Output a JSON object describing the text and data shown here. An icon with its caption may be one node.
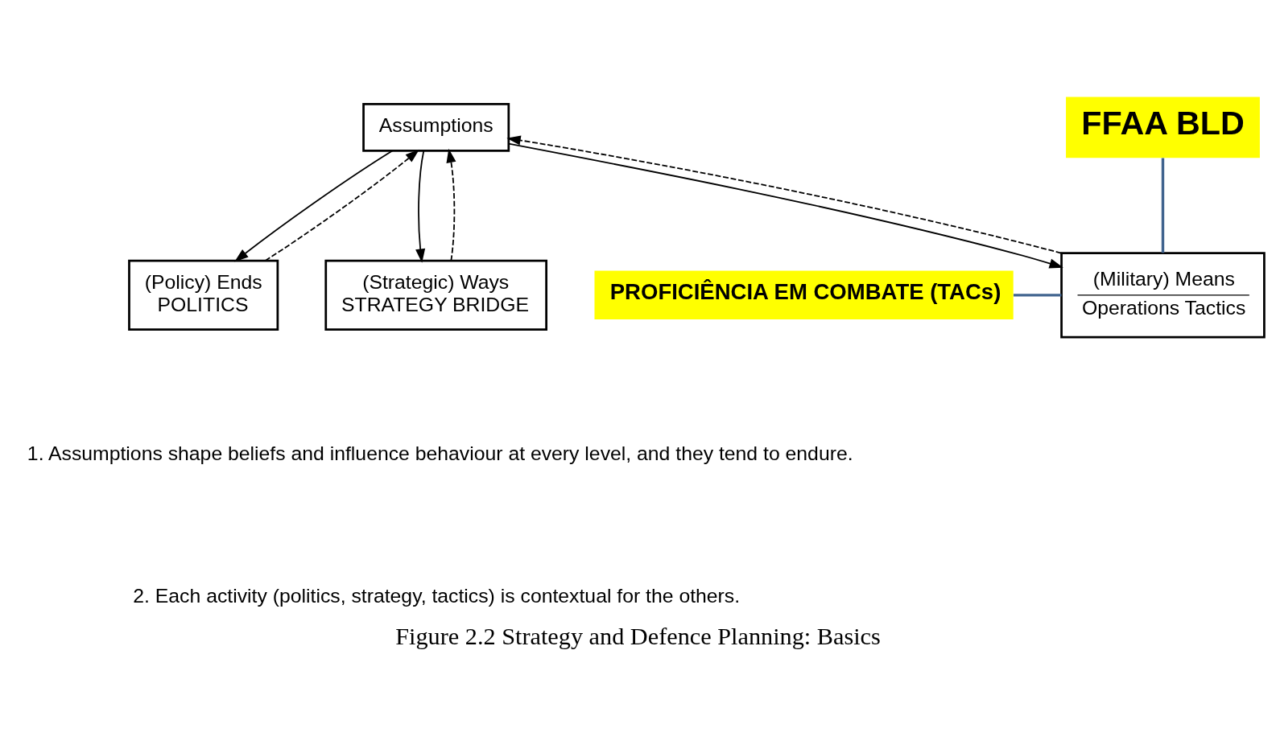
{
  "diagram": {
    "caption": "Figure 2.2 Strategy and Defence Planning: Basics",
    "nodes": [
      {
        "text": [
          "Assumptions"
        ]
      },
      {
        "text": [
          "(Policy) Ends",
          "POLITICS"
        ]
      },
      {
        "text": [
          "(Strategic) Ways",
          "STRATEGY BRIDGE"
        ]
      },
      {
        "text": [
          "(Military) Means",
          "Operations Tactics"
        ]
      },
      {
        "text": [
          "FFAA BLD"
        ]
      },
      {
        "text": [
          "PROFICIÊNCIA EM COMBATE (TACs)"
        ]
      }
    ],
    "edges": [
      {
        "from": 0,
        "to": 1,
        "arrow": "to"
      },
      {
        "from": 1,
        "to": 0,
        "arrow": "to",
        "style": "dashed"
      },
      {
        "from": 0,
        "to": 2,
        "arrow": "to"
      },
      {
        "from": 2,
        "to": 0,
        "arrow": "to",
        "style": "dashed"
      },
      {
        "from": 0,
        "to": 3,
        "arrow": "to"
      },
      {
        "from": 3,
        "to": 0,
        "arrow": "to",
        "style": "dashed"
      },
      {
        "from": 4,
        "to": 3,
        "arrow": "none",
        "color": "#41648f"
      },
      {
        "from": 5,
        "to": 3,
        "arrow": "none",
        "color": "#41648f"
      }
    ],
    "labels": [
      "1. Assumptions shape beliefs and influence behaviour at every level, and they tend to endure.",
      "2. Each activity (politics, strategy, tactics) is contextual for the others."
    ]
  }
}
